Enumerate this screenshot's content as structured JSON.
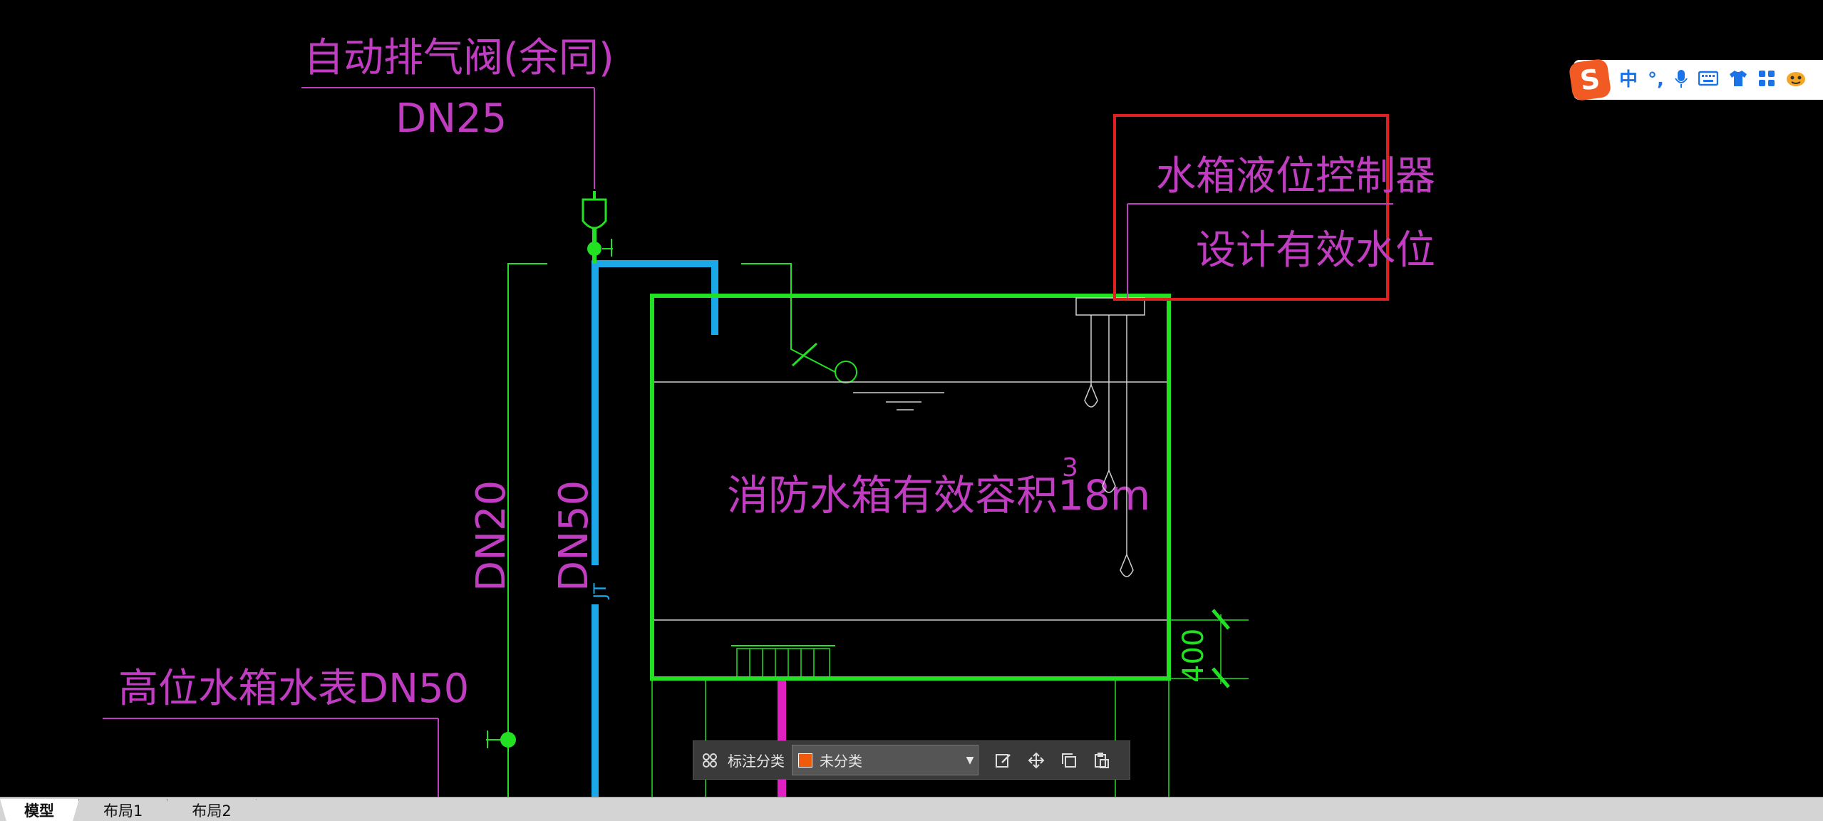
{
  "drawing": {
    "labels": {
      "air_valve": "自动排气阀(余同)",
      "dn25": "DN25",
      "level_controller": "水箱液位控制器",
      "design_level": "设计有效水位",
      "tank_volume": "消防水箱有效容积18m",
      "superscript": "3",
      "dn20": "DN20",
      "dn50": "DN50",
      "jt": "JT",
      "meter": "高位水箱水表DN50",
      "dim_400": "400"
    },
    "colors": {
      "magenta": "#c03cc0",
      "green": "#22e022",
      "blue": "#1aa8e8",
      "red": "#e02020",
      "pink": "#e020c0"
    }
  },
  "ime_toolbar": {
    "logo": "S",
    "items": [
      "中",
      "°,",
      "mic-icon",
      "keyboard-icon",
      "shirt-icon",
      "grid-icon",
      "mascot-icon"
    ]
  },
  "annotation_toolbar": {
    "category_label": "标注分类",
    "selected_category": "未分类",
    "swatch_color": "#f05a0a"
  },
  "tabs": [
    {
      "label": "模型",
      "active": true
    },
    {
      "label": "布局1",
      "active": false
    },
    {
      "label": "布局2",
      "active": false
    }
  ]
}
